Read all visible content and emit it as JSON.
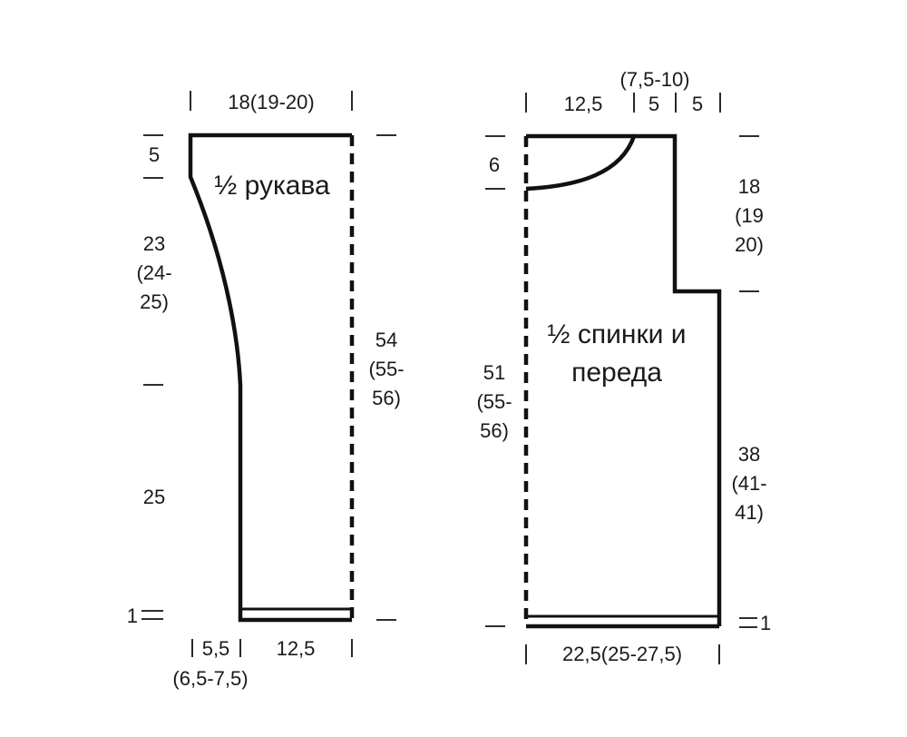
{
  "colors": {
    "line": "#111111",
    "text": "#1a1a1a",
    "background": "#ffffff"
  },
  "sleeve": {
    "title": "½ рукава",
    "top_width": "18(19-20)",
    "cap_height": "5",
    "taper_height": [
      "23",
      "(24-",
      "25)"
    ],
    "straight_height": "25",
    "cuff_height": "1",
    "total_height": [
      "54",
      "(55-",
      "56)"
    ],
    "bottom_offset": [
      "5,5",
      "(6,5-7,5)"
    ],
    "bottom_width": "12,5"
  },
  "body": {
    "title_lines": [
      "½ спинки и",
      "переда"
    ],
    "shoulder_width": "12,5",
    "neck_width_range": "(7,5-10)",
    "neck_width": "5",
    "armhole_inset": "5",
    "neck_depth": "6",
    "side_height": [
      "51",
      "(55-",
      "56)"
    ],
    "armhole_height": [
      "18",
      "(19",
      "20)"
    ],
    "lower_side_height": [
      "38",
      "(41-",
      "41)"
    ],
    "hem_height": "1",
    "bottom_width": "22,5(25-27,5)"
  }
}
